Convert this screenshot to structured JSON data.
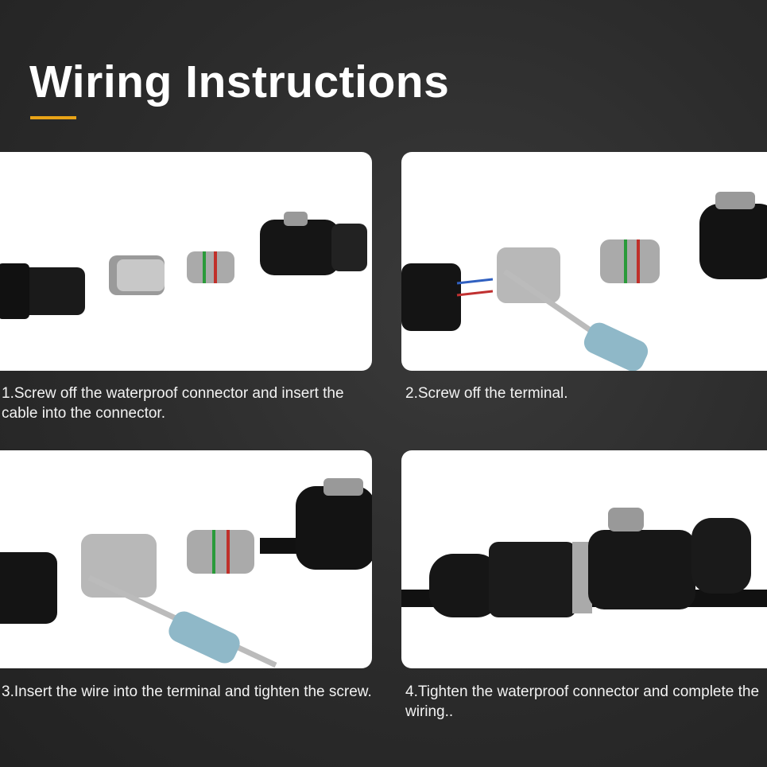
{
  "title": "Wiring Instructions",
  "accent_color": "#e8a317",
  "steps": [
    {
      "caption": "1.Screw off the waterproof connector and insert the cable into the connector."
    },
    {
      "caption": "2.Screw off the terminal."
    },
    {
      "caption": "3.Insert the wire into the terminal and tighten the screw."
    },
    {
      "caption": "4.Tighten the waterproof connector and complete the wiring.."
    }
  ]
}
